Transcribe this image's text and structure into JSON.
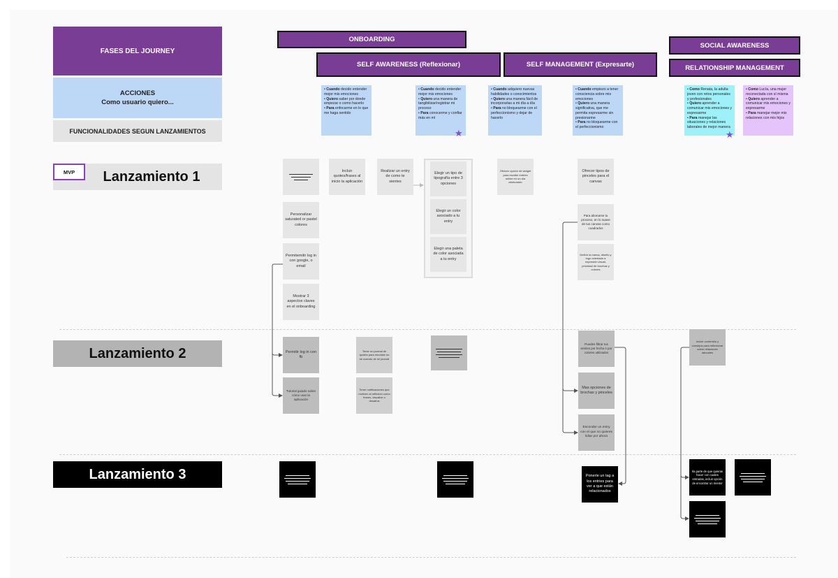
{
  "headers": {
    "fases": "FASES DEL JOURNEY",
    "acciones_line1": "ACCIONES",
    "acciones_line2": "Como usuario quiero...",
    "funcionalidades": "FUNCIONALIDADES SEGUN LANZAMIENTOS"
  },
  "phases": {
    "onboarding": "ONBOARDING",
    "self_awareness": "SELF AWARENESS (Reflexionar)",
    "self_management": "SELF MANAGEMENT (Expresarte)",
    "social_awareness": "SOCIAL AWARENESS",
    "relationship_management": "RELATIONSHIP MANAGEMENT"
  },
  "mvp_tag": "MVP",
  "releases": {
    "l1": "Lanzamiento 1",
    "l2": "Lanzamiento 2",
    "l3": "Lanzamiento 3"
  },
  "stickies": [
    {
      "cuando": "Cuando",
      "c_rest": " decido entender mejor mis emociones",
      "quiero": "Quiero",
      "q_rest": " saber por donde empezar o como hacerlo",
      "para": "Para",
      "p_rest": " enfocarme en lo que me haga sentido"
    },
    {
      "cuando": "Cuando",
      "c_rest": " decido entender mejor mis emociones",
      "quiero": "Quiero",
      "q_rest": " una manera de tangibilizar/registrar mi proceso",
      "para": "Para",
      "p_rest": " conocerme y confiar más en mí"
    },
    {
      "cuando": "Cuando",
      "c_rest": " adquiero nuevas habilidades o conocimientos",
      "quiero": "Quiero",
      "q_rest": " una manera fácil de incorporarlas a mi día a día",
      "para": "Para",
      "p_rest": " no bloquearme con el perfeccionismo y dejar de hacerlo"
    },
    {
      "cuando": "Cuando",
      "c_rest": " empiezo a tener consciencia sobre mis emociones",
      "quiero": "Quiero",
      "q_rest": " una manera significativa, que me permita expresarme sin presionarme",
      "para": "Para",
      "p_rest": " no bloquearme con el perfeccionismo"
    },
    {
      "cuando": "Como",
      "c_rest": " Renata, la adulta joven con retos personales y profesionales",
      "quiero": "Quiero",
      "q_rest": " aprender a comunicar mis emociones y expresarme",
      "para": "Para",
      "p_rest": " manejar las situaciones y relaciones laborales de mejor manera"
    },
    {
      "cuando": "Como",
      "c_rest": " Lucía, una mujer reconectada con sí misma",
      "quiero": "Quiero",
      "q_rest": " aprender a comunicar mis emociones y expresarme",
      "para": "Para",
      "p_rest": " manejar mejor mis relaciones con mis hijos"
    }
  ],
  "cards": {
    "personalizar": "Personalizar saturated or pastel colores",
    "permitir_log": "Permitemitir log in con google, o email",
    "mostrar_aspectos": "Mostrar 3 aspectos claves en el onboarding",
    "incluir_quotes": "Incluir quotes/frases al inicio la aplicación",
    "realizar_entry": "Realizar un entry de como te sientes",
    "tipo_tipografia": "Elegir un tipo de tipografía entre 3 opciones",
    "elegir_color": "Elegir un color asociado a tu entry",
    "elegir_paleta": "Elegir una paleta de color asociada a tu entry",
    "ofrecer_opcion": "Ofrecer opción de widget para escribir entries online en un día afortunado",
    "tipos_pinceles": "Ofrecer tipos de pinceles para el canvas",
    "para_abonar": "Para abonarse tu proceso, en lo suave de tus canvas como cuadrados",
    "definir_marco": "Definir la marca, diseño y logo orientado a expresión visual, prioridad de brochas y colores",
    "log_fb": "Permitir log in con fb",
    "tutorial": "Tutorial guiado sobre cómo usar la aplicación",
    "tener_journal": "Tener un journal de quotes para recordar no sé cuando de mi journal",
    "notificaciones": "Tener notificaciones que motiven al reflexión como frases, visualize o desafíos",
    "filtrar_entries": "Puedes filtrar tus entries por fecha ó por colores utilizados",
    "mas_brochas": "Mas opciones de brochas y pinceles",
    "esconder_entry": "Esconder un entry con el que no quieres lidiar por ahora",
    "ponerle_tag": "Ponerle un tag a los entries para ver a que están relacionados",
    "incluir_contenido": "Incluir contenido y consejos para reflexionar sobre relaciones laborales",
    "ser_parte": "Ila parte de que quieras hacer con cuales entradas, incluir opción de encontrar un mentor"
  }
}
